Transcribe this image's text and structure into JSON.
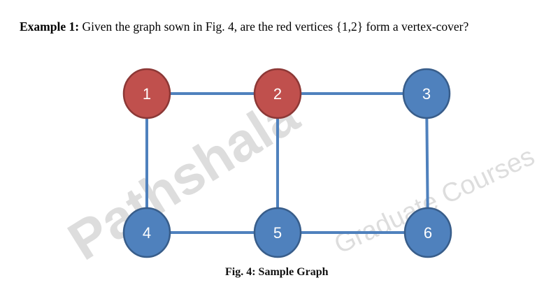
{
  "question": {
    "label": "Example 1:",
    "text": " Given the graph sown in Fig. 4, are the red vertices {1,2} form a vertex-cover?"
  },
  "graph": {
    "nodes": [
      {
        "id": "1",
        "label": "1",
        "color": "#c0504d"
      },
      {
        "id": "2",
        "label": "2",
        "color": "#c0504d"
      },
      {
        "id": "3",
        "label": "3",
        "color": "#4f81bd"
      },
      {
        "id": "4",
        "label": "4",
        "color": "#4f81bd"
      },
      {
        "id": "5",
        "label": "5",
        "color": "#4f81bd"
      },
      {
        "id": "6",
        "label": "6",
        "color": "#4f81bd"
      }
    ],
    "edges": [
      [
        "1",
        "2"
      ],
      [
        "2",
        "3"
      ],
      [
        "1",
        "4"
      ],
      [
        "2",
        "5"
      ],
      [
        "3",
        "6"
      ],
      [
        "4",
        "5"
      ],
      [
        "5",
        "6"
      ]
    ],
    "edge_color": "#4f81bd"
  },
  "caption": "Fig. 4: Sample  Graph",
  "watermark": {
    "line1": "Pathshala",
    "line2": "Graduate Courses"
  }
}
